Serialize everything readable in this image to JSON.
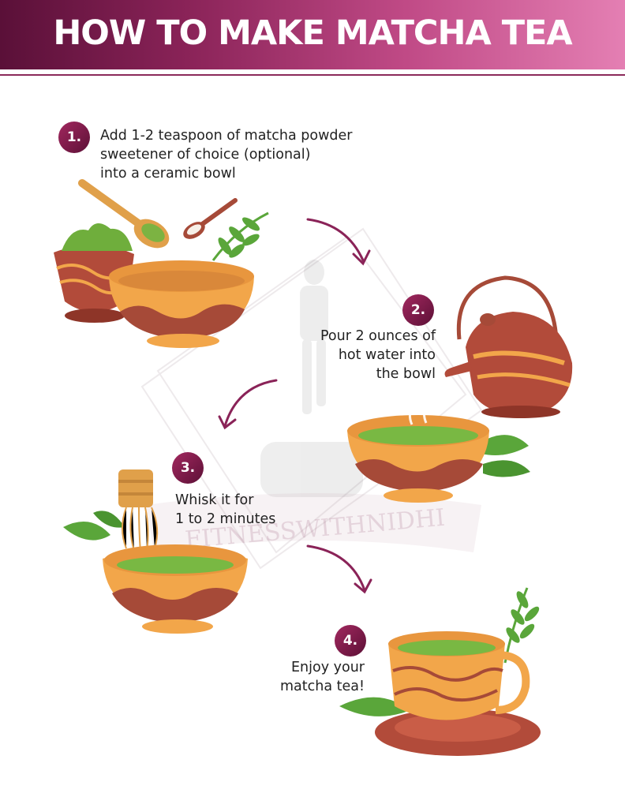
{
  "header": {
    "title": "HOW TO MAKE MATCHA TEA"
  },
  "colors": {
    "accent": "#8a2358",
    "bowl": "#f2a64a",
    "bowl_band": "#a64a38",
    "matcha": "#79b843",
    "leaf": "#5aa63a"
  },
  "steps": [
    {
      "number": "1.",
      "lines": [
        "Add 1-2 teaspoon of matcha powder",
        "sweetener of choice (optional)",
        "into a ceramic bowl"
      ]
    },
    {
      "number": "2.",
      "lines": [
        "Pour 2 ounces of",
        "hot water into",
        "the bowl"
      ]
    },
    {
      "number": "3.",
      "lines": [
        "Whisk it for",
        "1 to 2 minutes"
      ]
    },
    {
      "number": "4.",
      "lines": [
        "Enjoy your",
        "matcha tea!"
      ]
    }
  ],
  "watermark": {
    "text": "FITNESSWITHNIDHI"
  }
}
